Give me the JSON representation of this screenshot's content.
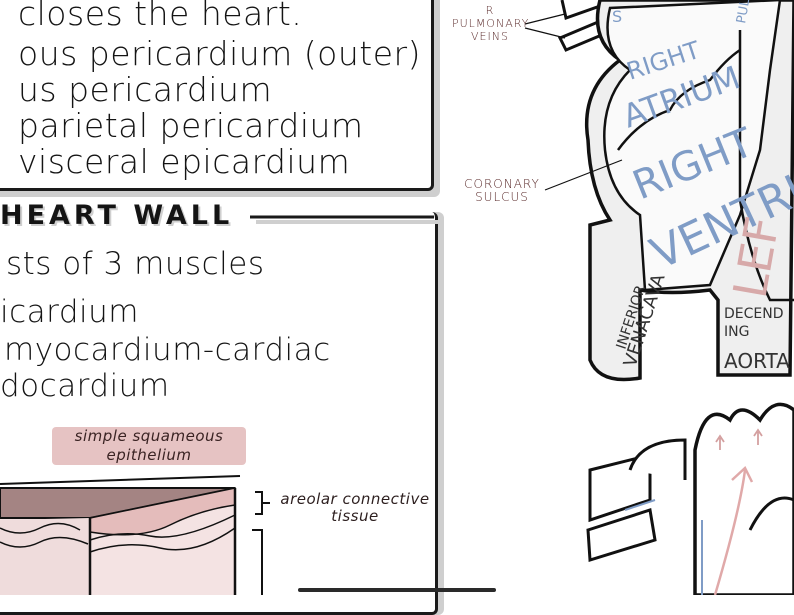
{
  "top_text": {
    "line1": "closes the heart.",
    "line2": "ous pericardium (outer)",
    "line3": "us pericardium",
    "line4": "parietal pericardium",
    "line5": "visceral epicardium"
  },
  "wall": {
    "title": "HEART WALL",
    "line1": "sts of 3 muscles",
    "line2": "icardium",
    "line3": "myocardium-cardiac",
    "line4": "docardium"
  },
  "tissue": {
    "epithelium": "simple squameous epithelium",
    "areolar": "areolar connective tissue"
  },
  "heart": {
    "pulmonary_veins": "R PULMONARY VEINS",
    "right_atrium": "RIGHT ATRIUM",
    "right_ventricle": "RIGHT VENTRICLE",
    "coronary_sulcus": "CORONARY SULCUS",
    "inferior_vena_cava": "INFERIOR VENACAVA",
    "descending_aorta": "DECEND ING AORTA",
    "pulmonary_trunk": "PULMO TRU",
    "top_letter": "S",
    "left_partial": "LEF"
  },
  "colors": {
    "blue_ink": "#7f9cc6",
    "pink_label": "#e6c3c3",
    "shadow": "#cfcfcf",
    "label_red": "#5a2a2a"
  }
}
